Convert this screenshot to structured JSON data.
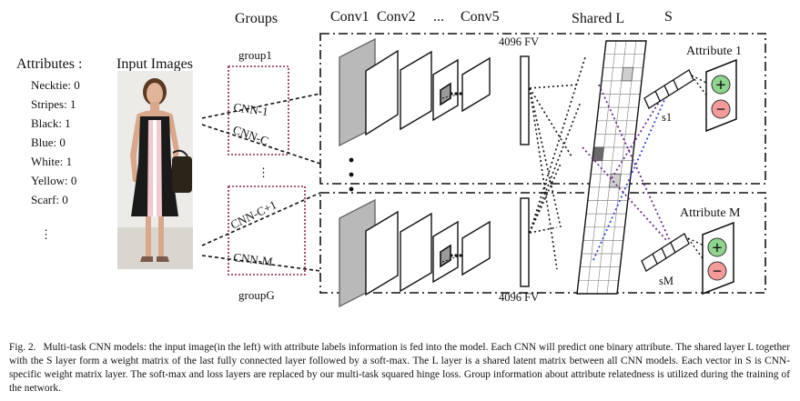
{
  "figure": {
    "attributes_heading": "Attributes :",
    "attribute_list": [
      "Necktie: 0",
      "Stripes: 1",
      "Black: 1",
      "Blue: 0",
      "White: 1",
      "Yellow: 0",
      "Scarf: 0",
      "⋮"
    ],
    "input_images_heading": "Input Images",
    "groups_heading": "Groups",
    "group_top_label": "group1",
    "group_bottom_label": "groupG",
    "cnn_labels": [
      "CNN-1",
      "CNN-C",
      "CNN-C+1",
      "CNN-M"
    ],
    "group_ellipsis": "⋮",
    "conv_labels": [
      "Conv1",
      "Conv2",
      "...",
      "Conv5"
    ],
    "fv_labels": [
      "4096 FV",
      "4096 FV"
    ],
    "shared_heading": "Shared L",
    "s_heading": "S",
    "attribute_labels": [
      "Attribute 1",
      "Attribute M"
    ],
    "s_vector_labels": [
      "s1",
      "sM"
    ],
    "plus_symbol": "+",
    "minus_symbol": "−"
  },
  "colors": {
    "plus_fill": "#8fd48c",
    "minus_fill": "#f39a9a",
    "group_border": "#8b2252",
    "blue_dotted": "#3344dd",
    "purple_dotted": "#6a2a8a",
    "cell_gray": "#cfcfcf",
    "cell_dark": "#6a6a6a"
  },
  "caption": {
    "label": "Fig. 2.",
    "text": "Multi-task CNN models: the input image(in the left) with attribute labels information is fed into the model. Each CNN will predict one binary attribute. The shared layer L together with the S layer form a weight matrix of the last fully connected layer followed by a soft-max. The L layer is a shared latent matrix between all CNN models. Each vector in S is CNN-specific weight matrix layer. The soft-max and loss layers are replaced by our multi-task squared hinge loss. Group information about attribute relatedness is utilized during the training of the network."
  }
}
